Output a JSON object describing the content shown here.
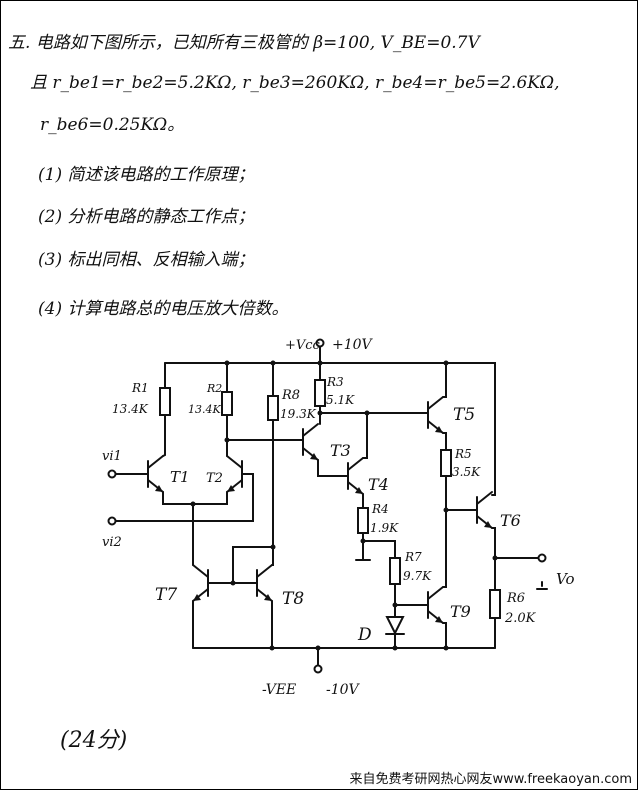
{
  "problem": {
    "line1": "五. 电路如下图所示，已知所有三极管的 β=100, V_BE=0.7V",
    "line2": "且 r_be1=r_be2=5.2KΩ,  r_be3=260KΩ,  r_be4=r_be5=2.6KΩ,",
    "line3": "r_be6=0.25KΩ。",
    "questions": [
      "(1) 简述该电路的工作原理；",
      "(2) 分析电路的静态工作点；",
      "(3) 标出同相、反相输入端；",
      "(4) 计算电路总的电压放大倍数。"
    ],
    "score": "(24分)"
  },
  "circuit": {
    "vcc_label": "+Vcc",
    "vcc_value": "+10V",
    "vee_label": "-VEE",
    "vee_value": "-10V",
    "vi1": "vi1",
    "vi2": "vi2",
    "vo": "Vo",
    "diode": "D",
    "transistors": [
      "T1",
      "T2",
      "T3",
      "T4",
      "T5",
      "T6",
      "T7",
      "T8",
      "T9"
    ],
    "resistors": [
      {
        "name": "R1",
        "value": "13.4K"
      },
      {
        "name": "R2",
        "value": "13.4K"
      },
      {
        "name": "R8",
        "value": "19.3K"
      },
      {
        "name": "R3",
        "value": "5.1K"
      },
      {
        "name": "R5",
        "value": "3.5K"
      },
      {
        "name": "R4",
        "value": "1.9K"
      },
      {
        "name": "R7",
        "value": "9.7K"
      },
      {
        "name": "R6",
        "value": "2.0K"
      }
    ]
  },
  "footer": "来自免费考研网热心网友www.freekaoyan.com"
}
